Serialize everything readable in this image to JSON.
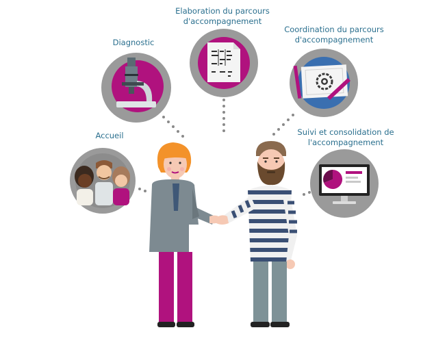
{
  "steps": {
    "accueil": {
      "title": "Accueil",
      "icon": "people-group-icon"
    },
    "diagnostic": {
      "title": "Diagnostic",
      "icon": "microscope-icon"
    },
    "elaboration": {
      "line1": "Elaboration du parcours",
      "line2": "d'accompagnement",
      "icon": "document-plan-icon"
    },
    "coordination": {
      "line1": "Coordination du parcours",
      "line2": "d'accompagnement",
      "icon": "blueprint-gear-icon"
    },
    "suivi": {
      "line1": "Suivi et consolidation de",
      "line2": "l'accompagnement",
      "icon": "monitor-chart-icon"
    }
  },
  "colors": {
    "circle": "#9a9a9a",
    "accent": "#b0127e",
    "label": "#2a6f8e",
    "dots": "#8a8a8a",
    "woman_jacket": "#7d8a91",
    "woman_pants": "#b0127e",
    "woman_hair": "#f3922a",
    "man_stripes": "#3a4f74",
    "man_pants": "#7e9297",
    "man_beard": "#6a4a2e"
  }
}
